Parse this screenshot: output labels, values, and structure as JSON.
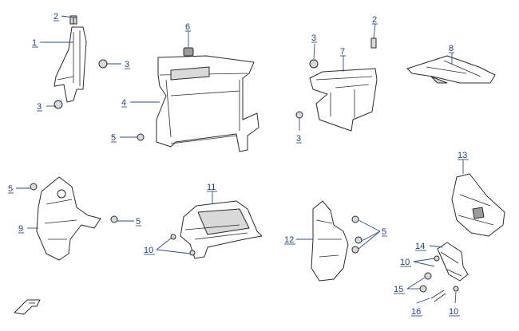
{
  "diagram": {
    "callouts": [
      "1",
      "2",
      "3",
      "4",
      "5",
      "6",
      "7",
      "8",
      "9",
      "10",
      "11",
      "12",
      "13",
      "14",
      "15",
      "16"
    ]
  },
  "colors": {
    "outline": "#2b2b2b",
    "callout_text": "#1f3e7a",
    "leader_line": "#2a4d8f",
    "part_fill": "#ffffff",
    "part_shade": "#d9d9d9"
  },
  "icons": {
    "front_direction": "front-arrow-icon"
  }
}
